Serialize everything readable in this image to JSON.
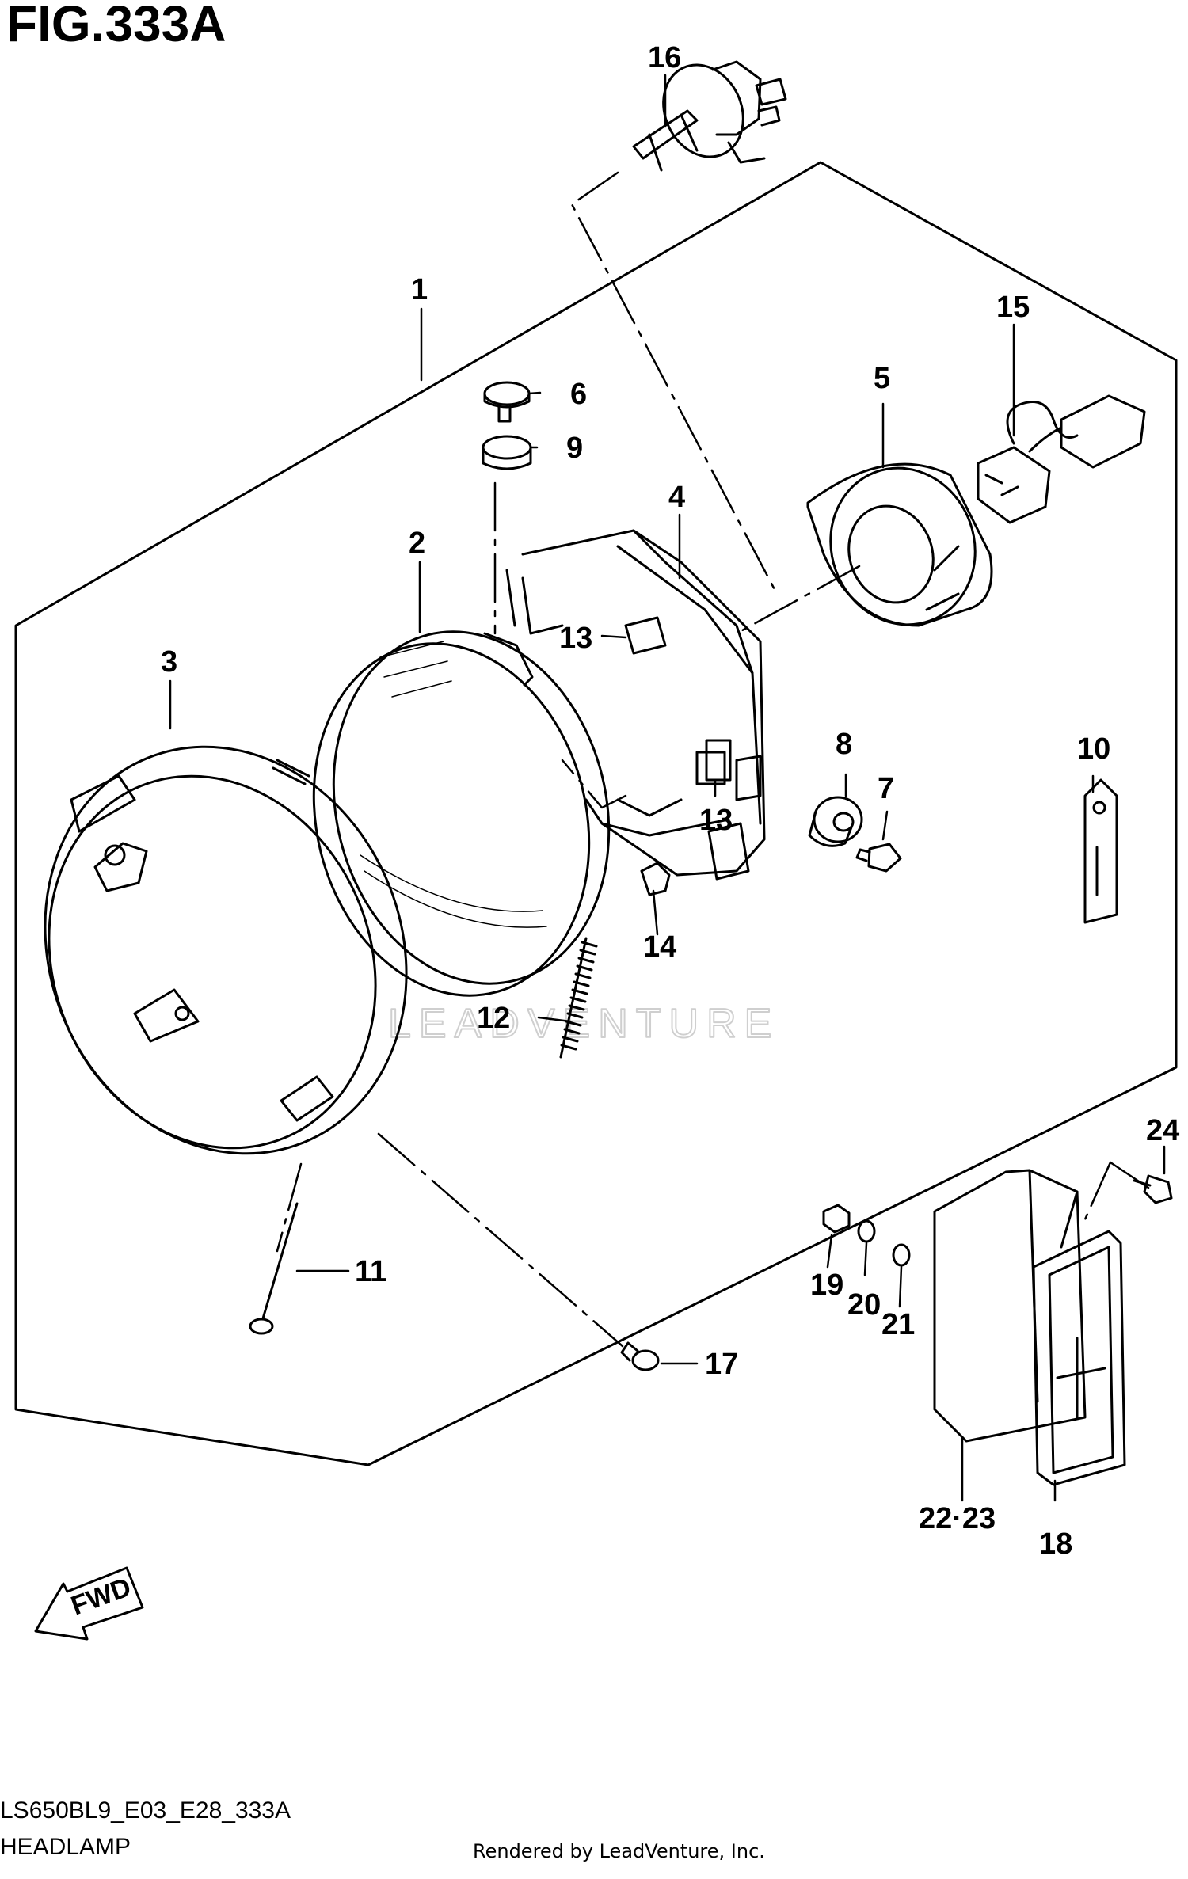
{
  "figure": {
    "title": "FIG.333A",
    "model_code": "LS650BL9_E03_E28_333A",
    "section_name": "HEADLAMP",
    "credit": "Rendered by LeadVenture, Inc.",
    "watermark": "LEADVENTURE",
    "fwd_label": "FWD"
  },
  "callouts": {
    "c1": "1",
    "c2": "2",
    "c3": "3",
    "c4": "4",
    "c5": "5",
    "c6": "6",
    "c7": "7",
    "c8": "8",
    "c9": "9",
    "c10": "10",
    "c11": "11",
    "c12": "12",
    "c13a": "13",
    "c13b": "13",
    "c14": "14",
    "c15": "15",
    "c16": "16",
    "c17": "17",
    "c18": "18",
    "c19": "19",
    "c20": "20",
    "c21": "21",
    "c22": "22·23",
    "c24": "24"
  },
  "colors": {
    "ink": "#000000",
    "watermark": "#cfcfcf",
    "background": "#ffffff"
  }
}
